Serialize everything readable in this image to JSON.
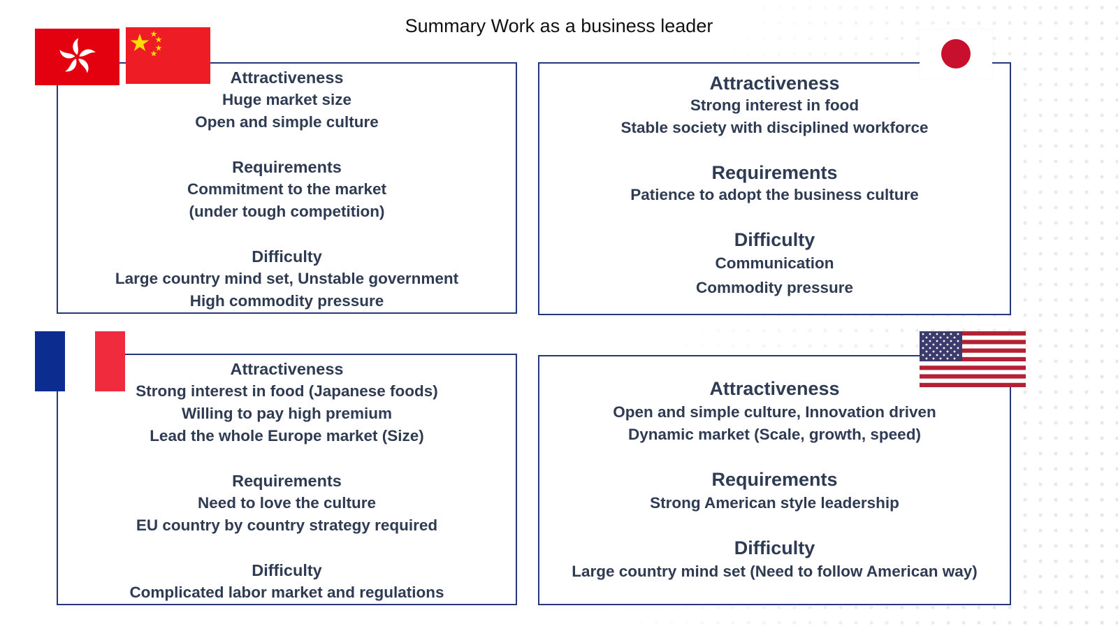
{
  "page": {
    "title": "Summary Work as a business leader"
  },
  "colors": {
    "panel_border": "#24387a",
    "text": "#2f3b52",
    "flag_red": "#e3000f",
    "china_red": "#ee1c25",
    "china_yellow": "#ffde00",
    "france_blue": "#0a2d8f",
    "france_red": "#ef2b3d",
    "japan_red": "#c8102e",
    "usa_blue": "#3c3b6e",
    "usa_red": "#b22234"
  },
  "panels": {
    "china_hk": {
      "flags": [
        "hong-kong-flag-icon",
        "china-flag-icon"
      ],
      "sections": [
        {
          "heading": "Attractiveness",
          "lines": [
            "Huge market size",
            "Open and simple culture"
          ]
        },
        {
          "heading": "Requirements",
          "lines": [
            "Commitment to the market",
            "(under tough competition)"
          ]
        },
        {
          "heading": "Difficulty",
          "lines": [
            "Large country mind set, Unstable government",
            "High commodity pressure"
          ]
        }
      ]
    },
    "japan": {
      "flags": [
        "japan-flag-icon"
      ],
      "sections": [
        {
          "heading": "Attractiveness",
          "lines": [
            "Strong interest in food",
            "Stable society with disciplined workforce"
          ]
        },
        {
          "heading": "Requirements",
          "lines": [
            "Patience to adopt the business culture"
          ]
        },
        {
          "heading": "Difficulty",
          "lines": [
            "Communication",
            "Commodity pressure"
          ]
        }
      ]
    },
    "france": {
      "flags": [
        "france-flag-icon"
      ],
      "sections": [
        {
          "heading": "Attractiveness",
          "lines": [
            "Strong interest in food (Japanese foods)",
            "Willing to pay high premium",
            "Lead the whole Europe market (Size)"
          ]
        },
        {
          "heading": "Requirements",
          "lines": [
            "Need to love the culture",
            "EU country by country strategy required"
          ]
        },
        {
          "heading": "Difficulty",
          "lines": [
            "Complicated labor market and regulations"
          ]
        }
      ]
    },
    "usa": {
      "flags": [
        "usa-flag-icon"
      ],
      "sections": [
        {
          "heading": "Attractiveness",
          "lines": [
            "Open and simple culture, Innovation driven",
            "Dynamic market (Scale, growth, speed)"
          ]
        },
        {
          "heading": "Requirements",
          "lines": [
            "Strong American style leadership"
          ]
        },
        {
          "heading": "Difficulty",
          "lines": [
            "Large country mind set (Need to follow American way)"
          ]
        }
      ]
    }
  }
}
